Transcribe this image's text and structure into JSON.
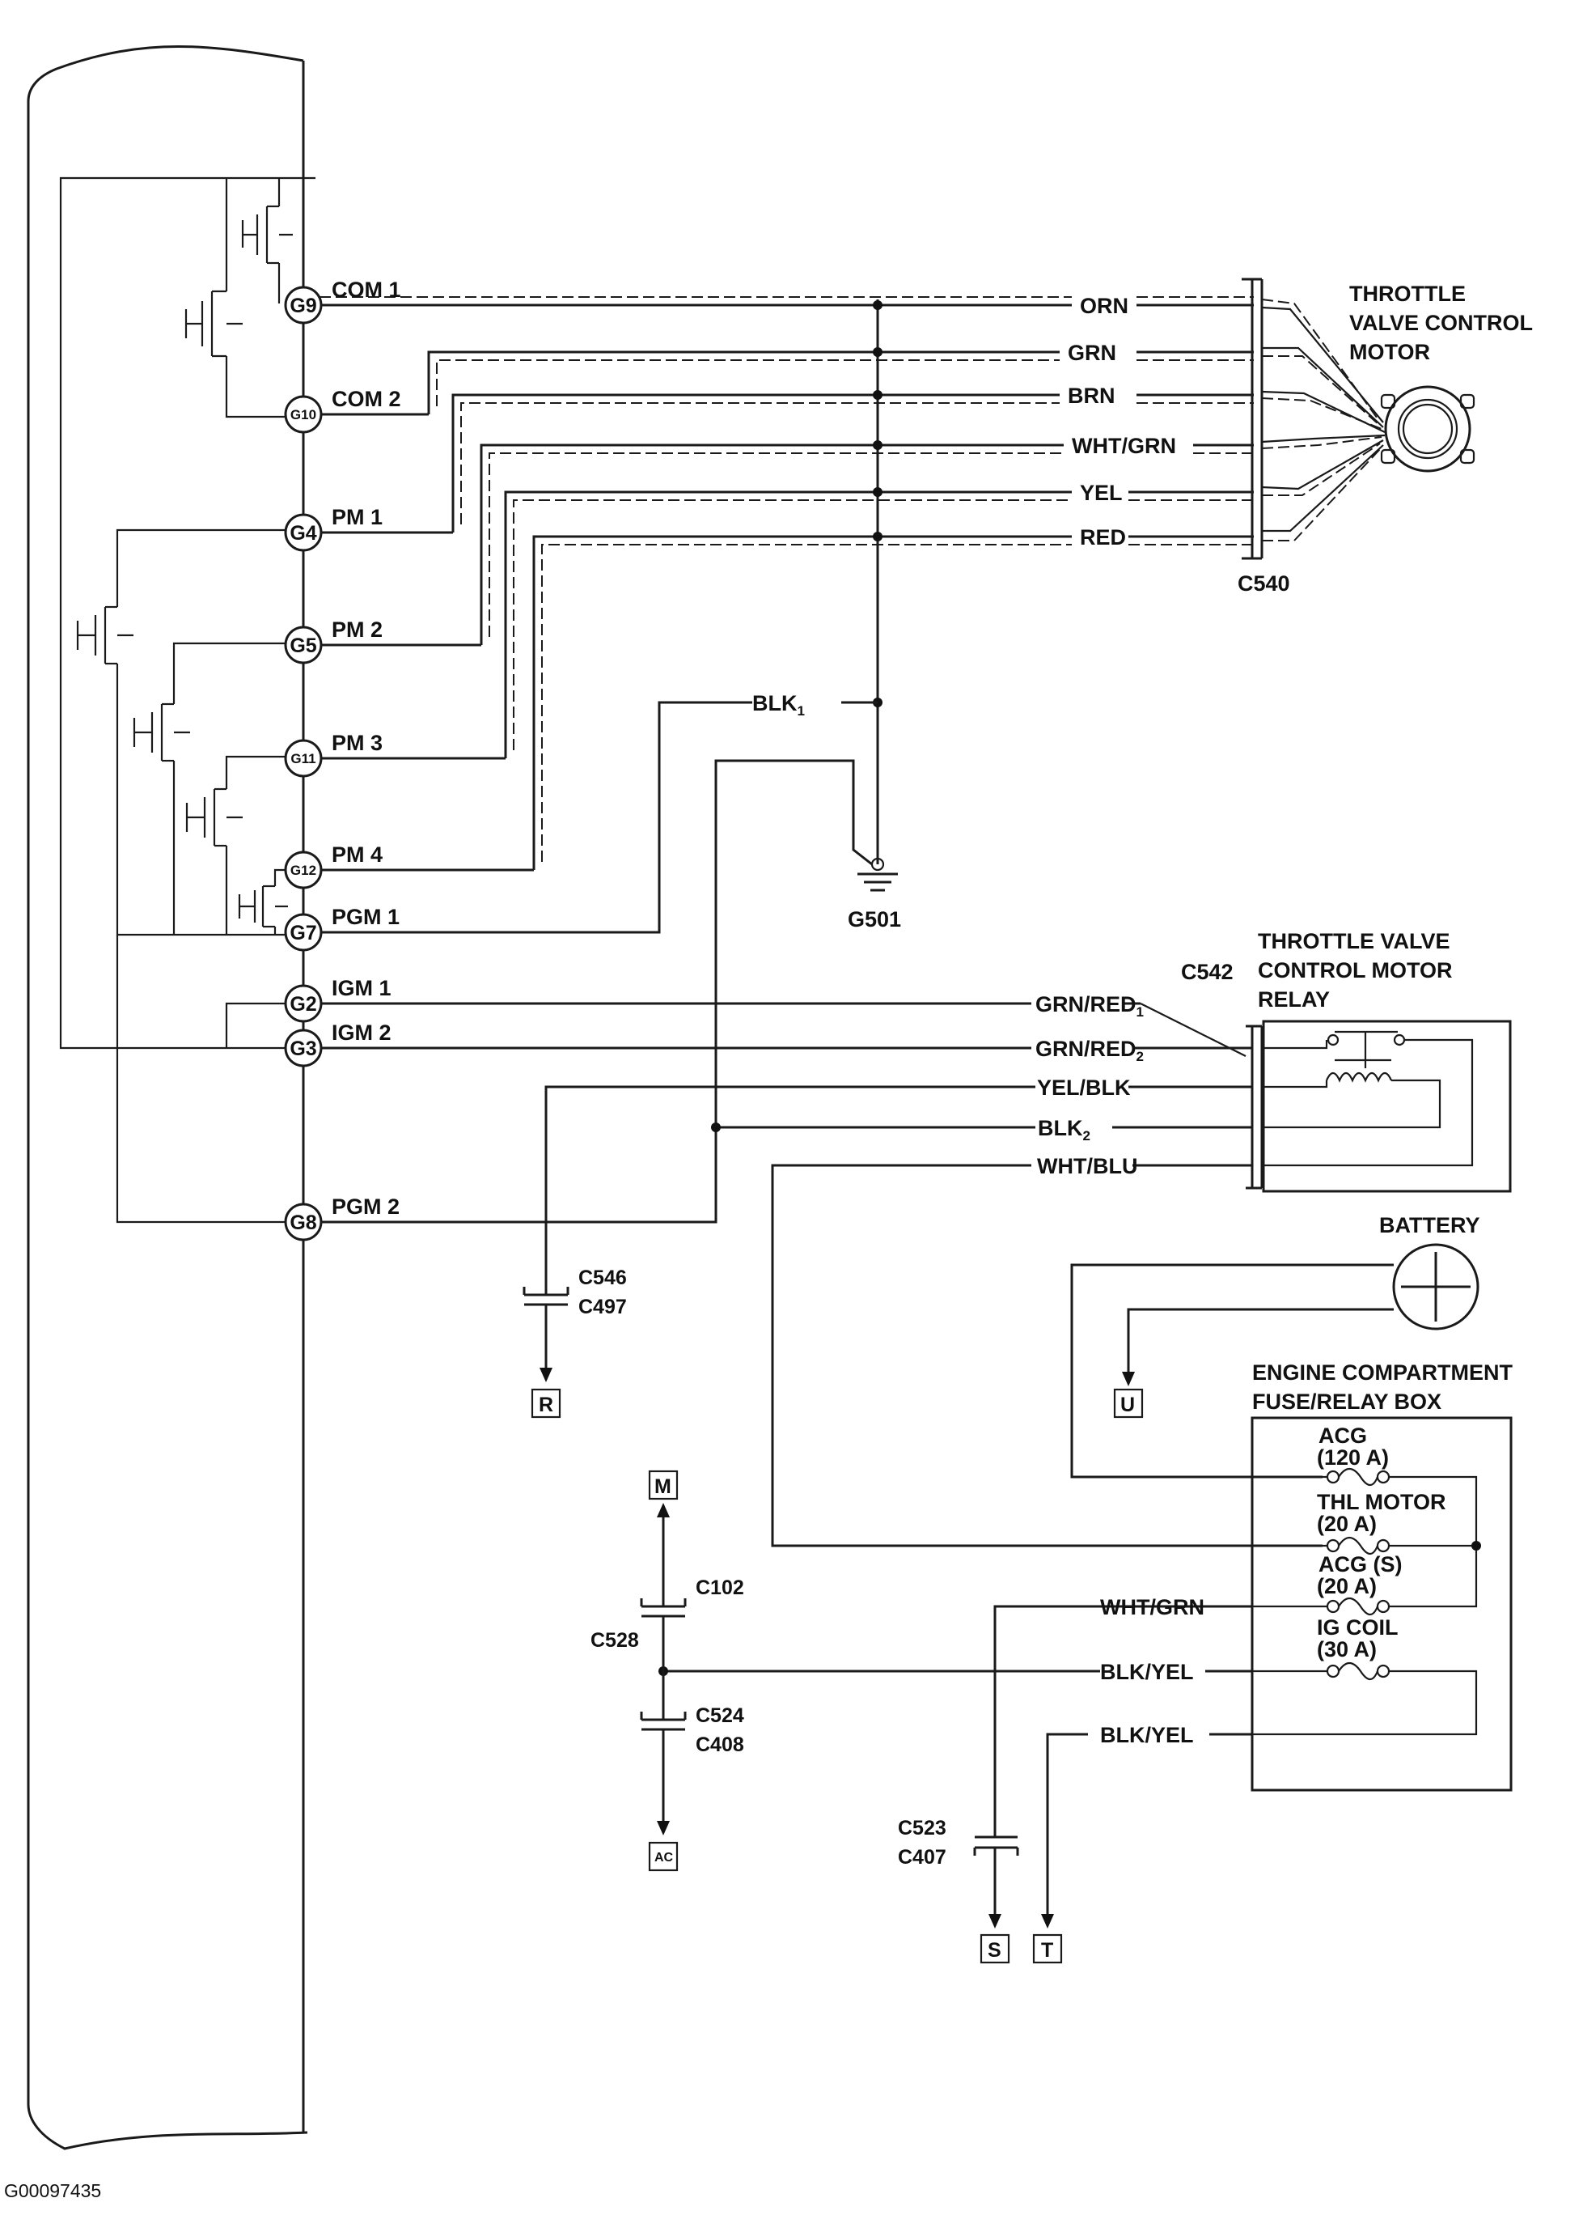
{
  "pins": [
    {
      "id": "G9",
      "signal": "COM 1"
    },
    {
      "id": "G10",
      "signal": "COM 2"
    },
    {
      "id": "G4",
      "signal": "PM 1"
    },
    {
      "id": "G5",
      "signal": "PM 2"
    },
    {
      "id": "G11",
      "signal": "PM 3"
    },
    {
      "id": "G12",
      "signal": "PM 4"
    },
    {
      "id": "G7",
      "signal": "PGM 1"
    },
    {
      "id": "G2",
      "signal": "IGM 1"
    },
    {
      "id": "G3",
      "signal": "IGM 2"
    },
    {
      "id": "G8",
      "signal": "PGM 2"
    }
  ],
  "motor_wires": [
    "ORN",
    "GRN",
    "BRN",
    "WHT/GRN",
    "YEL",
    "RED"
  ],
  "motor": {
    "title_lines": [
      "THROTTLE",
      "VALVE CONTROL",
      "MOTOR"
    ],
    "connector": "C540"
  },
  "ground": {
    "wire": "BLK",
    "wire_sub": "1",
    "id": "G501"
  },
  "relay": {
    "title_lines": [
      "THROTTLE VALVE",
      "CONTROL MOTOR",
      "RELAY"
    ],
    "connector": "C542",
    "wires": [
      {
        "label": "GRN/RED",
        "sub": "1"
      },
      {
        "label": "GRN/RED",
        "sub": "2"
      },
      {
        "label": "YEL/BLK",
        "sub": ""
      },
      {
        "label": "BLK",
        "sub": "2"
      },
      {
        "label": "WHT/BLU",
        "sub": ""
      }
    ]
  },
  "connectors": {
    "r_path": [
      "C546",
      "C497"
    ],
    "m_path_upper": "C102",
    "m_path_lower": "C528",
    "ac_path": [
      "C524",
      "C408"
    ],
    "s_path": [
      "C523",
      "C407"
    ]
  },
  "terminals": {
    "R": "R",
    "U": "U",
    "M": "M",
    "AC": "AC",
    "S": "S",
    "T": "T"
  },
  "battery": {
    "label": "BATTERY"
  },
  "fuse_box": {
    "title_lines": [
      "ENGINE COMPARTMENT",
      "FUSE/RELAY BOX"
    ],
    "fuses": [
      {
        "name": "ACG",
        "rating": "(120 A)"
      },
      {
        "name": "THL MOTOR",
        "rating": "(20 A)"
      },
      {
        "name": "ACG (S)",
        "rating": "(20 A)"
      },
      {
        "name": "IG COIL",
        "rating": "(30 A)"
      }
    ],
    "wires": [
      "WHT/GRN",
      "BLK/YEL",
      "BLK/YEL"
    ]
  },
  "figure_code": "G00097435"
}
